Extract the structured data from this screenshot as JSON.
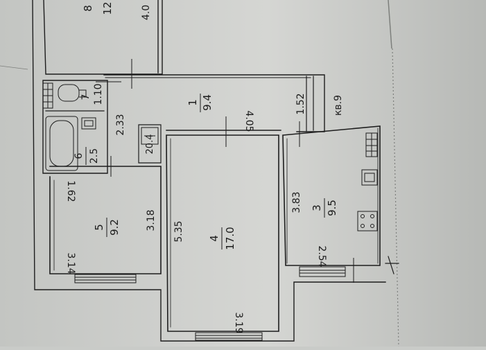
{
  "plan": {
    "apartment_label": "кв.9",
    "rooms": [
      {
        "id": "8",
        "number": "8",
        "area": "12",
        "dims": [
          "4.0"
        ]
      },
      {
        "id": "1",
        "number": "1",
        "area": "9.4",
        "dims": [
          "4.05",
          "1.52",
          "1.10"
        ]
      },
      {
        "id": "6",
        "number": "6",
        "area": "2.5",
        "dims": [
          "2.33"
        ]
      },
      {
        "id": "7",
        "number": "7",
        "area": "",
        "dims": []
      },
      {
        "id": "wc",
        "number": "",
        "area": "",
        "dims": [
          "20.4"
        ]
      },
      {
        "id": "5",
        "number": "5",
        "area": "9.2",
        "dims": [
          "1.62",
          "3.18",
          "3.14"
        ]
      },
      {
        "id": "4",
        "number": "4",
        "area": "17.0",
        "dims": [
          "5.35",
          "3.19"
        ]
      },
      {
        "id": "3",
        "number": "3",
        "area": "9.5",
        "dims": [
          "3.83",
          "2.54"
        ]
      }
    ]
  }
}
